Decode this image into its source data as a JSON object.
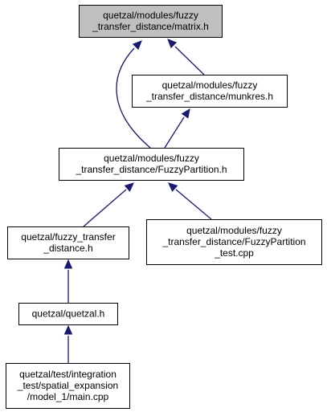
{
  "nodes": [
    {
      "id": "matrix",
      "lines": [
        "quetzal/modules/fuzzy",
        "_transfer_distance/matrix.h"
      ],
      "fill": "#bfbfbf"
    },
    {
      "id": "munkres",
      "lines": [
        "quetzal/modules/fuzzy",
        "_transfer_distance/munkres.h"
      ],
      "fill": "#ffffff"
    },
    {
      "id": "fuzzypartition",
      "lines": [
        "quetzal/modules/fuzzy",
        "_transfer_distance/FuzzyPartition.h"
      ],
      "fill": "#ffffff"
    },
    {
      "id": "fuzzy_transfer_distance",
      "lines": [
        "quetzal/fuzzy_transfer",
        "_distance.h"
      ],
      "fill": "#ffffff"
    },
    {
      "id": "fuzzypartition_test",
      "lines": [
        "quetzal/modules/fuzzy",
        "_transfer_distance/FuzzyPartition",
        "_test.cpp"
      ],
      "fill": "#ffffff"
    },
    {
      "id": "quetzal",
      "lines": [
        "quetzal/quetzal.h"
      ],
      "fill": "#ffffff"
    },
    {
      "id": "main",
      "lines": [
        "quetzal/test/integration",
        "_test/spatial_expansion",
        "/model_1/main.cpp"
      ],
      "fill": "#ffffff"
    }
  ],
  "edges": [
    {
      "from": "munkres",
      "to": "matrix"
    },
    {
      "from": "fuzzypartition",
      "to": "matrix"
    },
    {
      "from": "fuzzypartition",
      "to": "munkres"
    },
    {
      "from": "fuzzy_transfer_distance",
      "to": "fuzzypartition"
    },
    {
      "from": "fuzzypartition_test",
      "to": "fuzzypartition"
    },
    {
      "from": "quetzal",
      "to": "fuzzy_transfer_distance"
    },
    {
      "from": "main",
      "to": "quetzal"
    }
  ],
  "colors": {
    "edge": "#191970",
    "border": "#000000",
    "text": "#000000"
  }
}
